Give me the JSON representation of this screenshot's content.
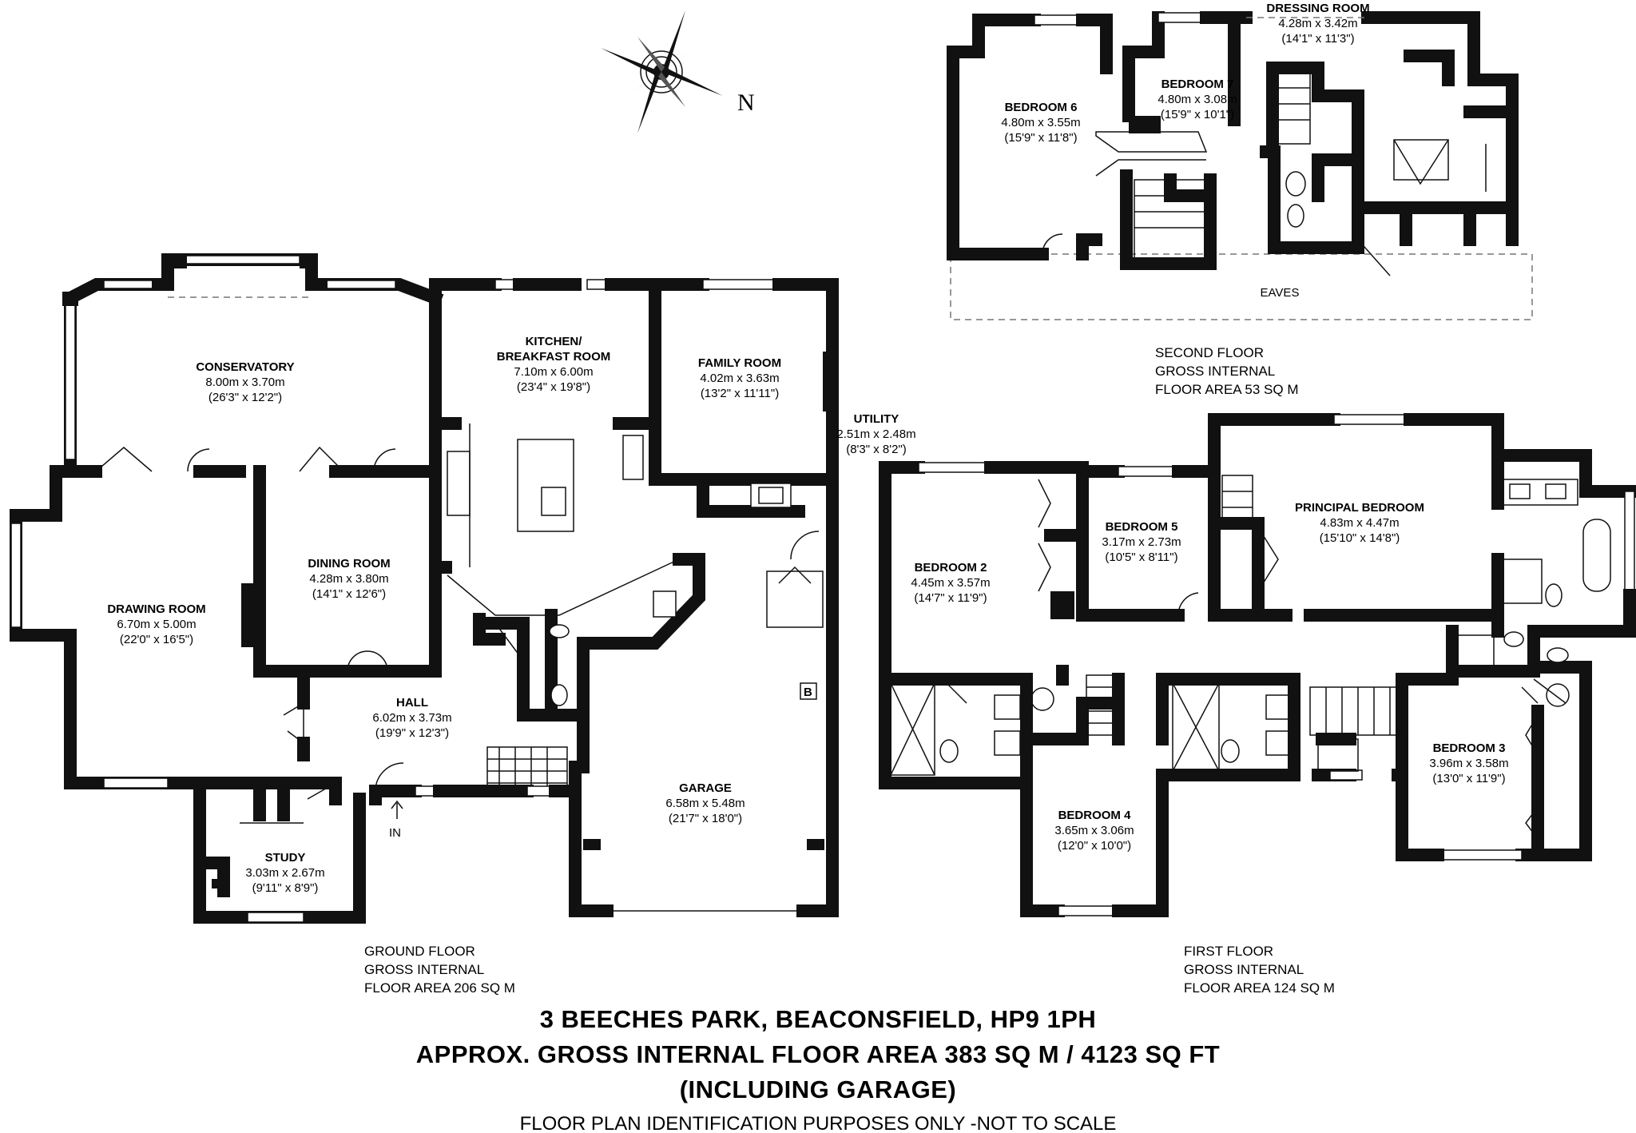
{
  "compass": {
    "label": "N"
  },
  "rooms": {
    "conservatory": {
      "name": "CONSERVATORY",
      "metric": "8.00m x 3.70m",
      "imperial": "(26'3\" x 12'2\")"
    },
    "kitchen": {
      "name": "KITCHEN/",
      "name2": "BREAKFAST ROOM",
      "metric": "7.10m x 6.00m",
      "imperial": "(23'4\" x 19'8\")"
    },
    "family": {
      "name": "FAMILY ROOM",
      "metric": "4.02m x 3.63m",
      "imperial": "(13'2\" x 11'11\")"
    },
    "utility": {
      "name": "UTILITY",
      "metric": "2.51m x 2.48m",
      "imperial": "(8'3\" x 8'2\")"
    },
    "dining": {
      "name": "DINING ROOM",
      "metric": "4.28m x 3.80m",
      "imperial": "(14'1\" x 12'6\")"
    },
    "drawing": {
      "name": "DRAWING ROOM",
      "metric": "6.70m x 5.00m",
      "imperial": "(22'0\" x 16'5\")"
    },
    "hall": {
      "name": "HALL",
      "metric": "6.02m x 3.73m",
      "imperial": "(19'9\" x 12'3\")"
    },
    "study": {
      "name": "STUDY",
      "metric": "3.03m x 2.67m",
      "imperial": "(9'11\" x 8'9\")"
    },
    "garage": {
      "name": "GARAGE",
      "metric": "6.58m x 5.48m",
      "imperial": "(21'7\" x 18'0\")"
    },
    "bedroom6": {
      "name": "BEDROOM 6",
      "metric": "4.80m x 3.55m",
      "imperial": "(15'9\" x 11'8\")"
    },
    "bedroom7": {
      "name": "BEDROOM 7",
      "metric": "4.80m x 3.08m",
      "imperial": "(15'9\" x 10'1\")"
    },
    "dressing": {
      "name": "DRESSING ROOM",
      "metric": "4.28m x 3.42m",
      "imperial": "(14'1\" x 11'3\")"
    },
    "bedroom2": {
      "name": "BEDROOM 2",
      "metric": "4.45m x 3.57m",
      "imperial": "(14'7\" x 11'9\")"
    },
    "bedroom5": {
      "name": "BEDROOM  5",
      "metric": "3.17m x 2.73m",
      "imperial": "(10'5\" x 8'11\")"
    },
    "principal": {
      "name": "PRINCIPAL BEDROOM",
      "metric": "4.83m x 4.47m",
      "imperial": "(15'10\" x 14'8\")"
    },
    "bedroom3": {
      "name": "BEDROOM 3",
      "metric": "3.96m x 3.58m",
      "imperial": "(13'0\" x 11'9\")"
    },
    "bedroom4": {
      "name": "BEDROOM 4",
      "metric": "3.65m x 3.06m",
      "imperial": "(12'0\" x 10'0\")"
    }
  },
  "labels": {
    "eaves": "EAVES",
    "entrance": "IN",
    "boiler": "B"
  },
  "floors": {
    "ground": {
      "l1": "GROUND FLOOR",
      "l2": "GROSS INTERNAL",
      "l3": "FLOOR AREA 206 SQ M"
    },
    "first": {
      "l1": "FIRST FLOOR",
      "l2": "GROSS INTERNAL",
      "l3": "FLOOR AREA 124 SQ M"
    },
    "second": {
      "l1": "SECOND FLOOR",
      "l2": "GROSS INTERNAL",
      "l3": "FLOOR AREA 53 SQ M"
    }
  },
  "title": {
    "line1": "3 BEECHES PARK, BEACONSFIELD, HP9 1PH",
    "line2": "APPROX. GROSS INTERNAL FLOOR AREA 383 SQ M / 4123 SQ FT",
    "line3": "(INCLUDING GARAGE)",
    "disclaimer": "FLOOR PLAN IDENTIFICATION PURPOSES ONLY -NOT TO SCALE"
  }
}
